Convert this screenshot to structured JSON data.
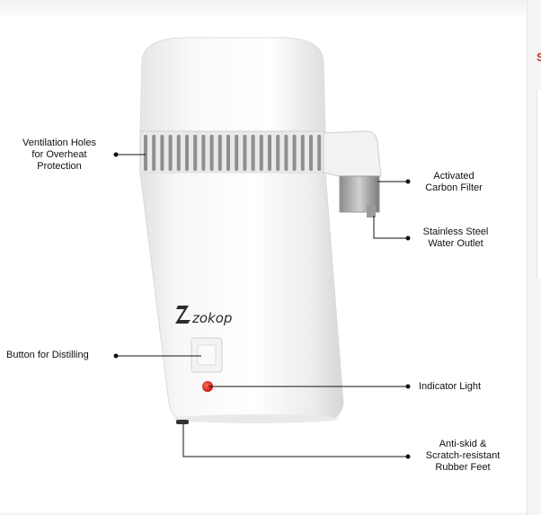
{
  "cropped_text": "S",
  "product": {
    "brand_logo": "zokop"
  },
  "callouts": {
    "ventilation": [
      "Ventilation Holes",
      "for Overheat",
      "Protection"
    ],
    "carbon_filter": [
      "Activated",
      "Carbon Filter"
    ],
    "outlet": [
      "Stainless Steel",
      "Water Outlet"
    ],
    "button": [
      "Button for Distilling"
    ],
    "indicator": [
      "Indicator Light"
    ],
    "feet": [
      "Anti-skid &",
      "Scratch-resistant",
      "Rubber Feet"
    ]
  },
  "colors": {
    "body_white": "#f7f7f7",
    "indicator_red": "#e0231c",
    "accent_red": "#c0392b"
  }
}
